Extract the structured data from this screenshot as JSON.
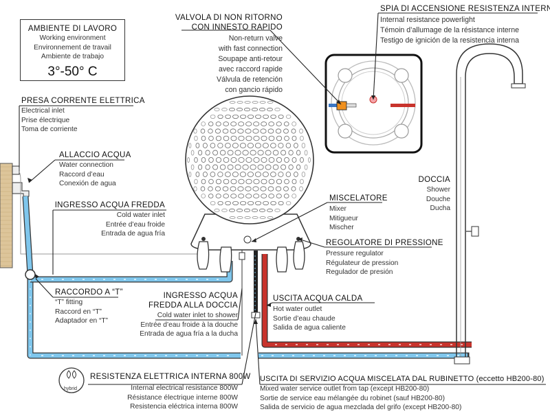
{
  "environment": {
    "title": "AMBIENTE DI LAVORO",
    "lines": [
      "Working environment",
      "Environnement de travail",
      "Ambiente de trabajo"
    ],
    "temperature": "3°-50° C"
  },
  "power_inlet": {
    "title": "PRESA CORRENTE ELETTRICA",
    "lines": [
      "Electrical inlet",
      "Prise électrique",
      "Toma de corriente"
    ]
  },
  "water_connection": {
    "title": "ALLACCIO ACQUA",
    "lines": [
      "Water connection",
      "Raccord d’eau",
      "Conexión de agua"
    ]
  },
  "cold_inlet": {
    "title": "INGRESSO ACQUA FREDDA",
    "lines": [
      "Cold water inlet",
      "Entrée d’eau froide",
      "Entrada de agua fría"
    ]
  },
  "t_fitting": {
    "title": "RACCORDO A “T”",
    "lines": [
      "“T” fitting",
      "Raccord en “T”",
      "Adaptador en “T”"
    ]
  },
  "cold_to_shower": {
    "title_lines": [
      "INGRESSO ACQUA",
      "FREDDA ALLA DOCCIA"
    ],
    "lines": [
      "Cold water inlet to shower",
      "Entrée d’eau froide à la douche",
      "Entrada de agua fría a la ducha"
    ]
  },
  "heater": {
    "title": "RESISTENZA ELETTRICA INTERNA 800W",
    "lines": [
      "Internal electrical resistance 800W",
      "Résistance électrique interne 800W",
      "Resistencia eléctrica interna 800W"
    ],
    "badge": "hybrid"
  },
  "check_valve": {
    "title_lines": [
      "VALVOLA DI NON RITORNO",
      "CON INNESTO RAPIDO"
    ],
    "lines": [
      "Non-return valve",
      "with fast connection",
      "Soupape anti-retour",
      "avec raccord rapide",
      "Válvula de retención",
      "con gancio rápido"
    ]
  },
  "powerlight": {
    "title": "SPIA DI ACCENSIONE RESISTENZA INTERNA",
    "lines": [
      "Internal resistance powerlight",
      "Témoin d’allumage de la résistance interne",
      "Testigo de ignición de la resistencia interna"
    ]
  },
  "mixer": {
    "title": "MISCELATORE",
    "lines": [
      "Mixer",
      "Mitigueur",
      "Mischer"
    ]
  },
  "pressure_regulator": {
    "title": "REGOLATORE DI PRESSIONE",
    "lines": [
      "Pressure regulator",
      "Régulateur de pression",
      "Regulador de presión"
    ]
  },
  "hot_outlet": {
    "title": "USCITA ACQUA CALDA",
    "lines": [
      "Hot water outlet",
      "Sortie d’eau chaude",
      "Salida de agua caliente"
    ]
  },
  "service_outlet": {
    "title": "USCITA DI SERVIZIO ACQUA MISCELATA DAL RUBINETTO (eccetto HB200-80)",
    "lines": [
      "Mixed water service outlet from tap (except HB200-80)",
      "Sortie de service eau mélangée du robinet (sauf HB200-80)",
      "Salida de servicio de agua mezclada del grifo (except HB200-80)"
    ]
  },
  "shower": {
    "title": "DOCCIA",
    "lines": [
      "Shower",
      "Douche",
      "Ducha"
    ]
  },
  "colors": {
    "cold_pipe": "#7fc6ec",
    "hot_pipe": "#c8332c",
    "outline": "#333333",
    "fitting": "#f0901e"
  }
}
